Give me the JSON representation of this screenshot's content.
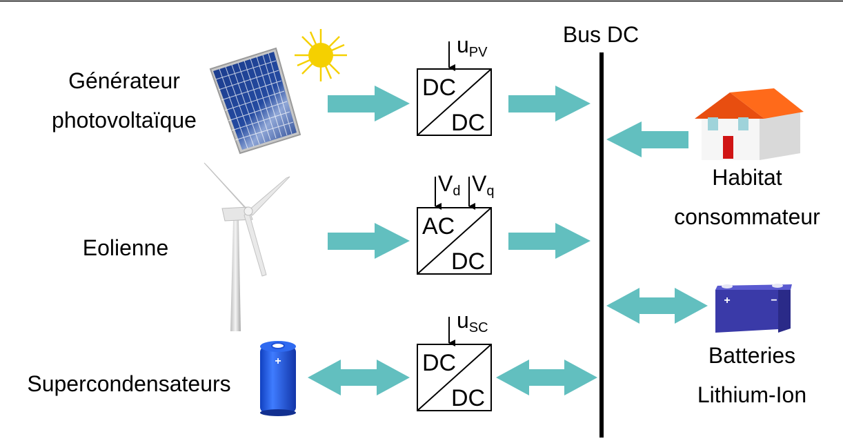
{
  "colors": {
    "arrow": "#62BFBF",
    "roof": "#FF6A1A",
    "door": "#D01515",
    "window": "#9FD3DA",
    "battery": "#3A3AA8",
    "supercap": "#1F5FE6",
    "sun": "#F5D000",
    "line": "#000000"
  },
  "bus": {
    "label": "Bus DC"
  },
  "sources": {
    "pv": {
      "label_line1": "Générateur",
      "label_line2": "photovoltaïque",
      "icon": "solar-panel-icon"
    },
    "wind": {
      "label": "Eolienne",
      "icon": "wind-turbine-icon"
    },
    "supercap": {
      "label": "Supercondensateurs",
      "icon": "supercapacitor-icon"
    }
  },
  "converters": {
    "pv": {
      "top": "DC",
      "bottom": "DC",
      "control": "u",
      "control_sub": "PV"
    },
    "wind": {
      "top": "AC",
      "bottom": "DC",
      "control1": "V",
      "control1_sub": "d",
      "control2": "V",
      "control2_sub": "q"
    },
    "sc": {
      "top": "DC",
      "bottom": "DC",
      "control": "u",
      "control_sub": "SC"
    }
  },
  "loads": {
    "home": {
      "label_line1": "Habitat",
      "label_line2": "consommateur",
      "icon": "house-icon"
    },
    "battery": {
      "label_line1": "Batteries",
      "label_line2": "Lithium-Ion",
      "icon": "battery-icon",
      "plus": "+",
      "minus": "−"
    }
  }
}
